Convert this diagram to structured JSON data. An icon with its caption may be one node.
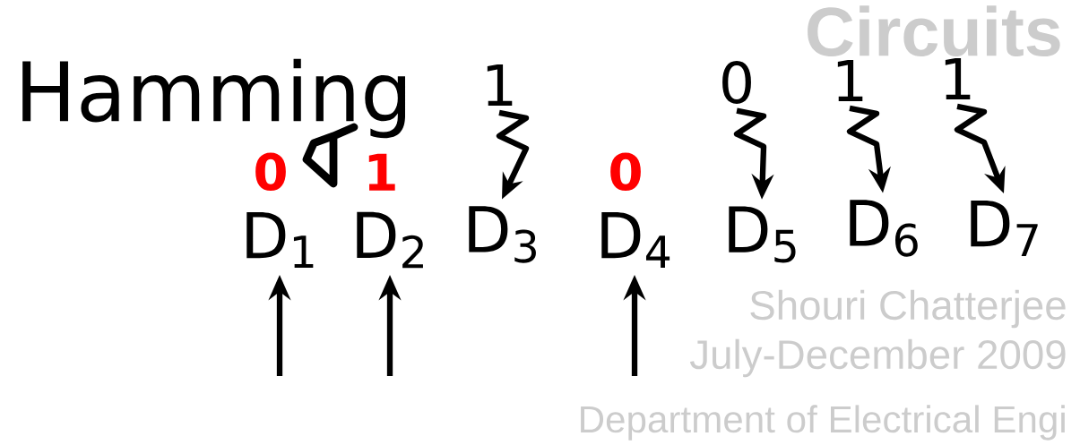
{
  "diagram": {
    "title": "Hamming",
    "nodes": [
      {
        "text": [
          "D$_{1}$"
        ],
        "beside": [
          "0"
        ]
      },
      {
        "text": [
          "D$_{2}$"
        ],
        "beside": [
          "1"
        ]
      },
      {
        "text": [
          "D$_{3}$"
        ]
      },
      {
        "text": [
          "D$_{4}$"
        ],
        "beside": [
          "0"
        ]
      },
      {
        "text": [
          "D$_{5}$"
        ]
      },
      {
        "text": [
          "D$_{6}$"
        ]
      },
      {
        "text": [
          "D$_{7}$"
        ]
      },
      {
        "text": [
          "1"
        ]
      },
      {
        "text": [
          "0"
        ]
      },
      {
        "text": [
          "1"
        ]
      },
      {
        "text": [
          "1"
        ]
      }
    ],
    "edges": [
      {
        "from": 7,
        "to": 2,
        "arrow": "to"
      },
      {
        "from": 8,
        "to": 4,
        "arrow": "to"
      },
      {
        "from": 9,
        "to": 5,
        "arrow": "to"
      },
      {
        "from": 10,
        "to": 6,
        "arrow": "to"
      },
      {
        "from": null,
        "to": 0,
        "arrow": "to"
      },
      {
        "from": null,
        "to": 1,
        "arrow": "to"
      },
      {
        "from": null,
        "to": 3,
        "arrow": "to"
      }
    ],
    "labels": [
      "Circuits",
      "Shouri Chatterjee",
      "July-December 2009",
      "Department of Electrical Engi"
    ]
  }
}
